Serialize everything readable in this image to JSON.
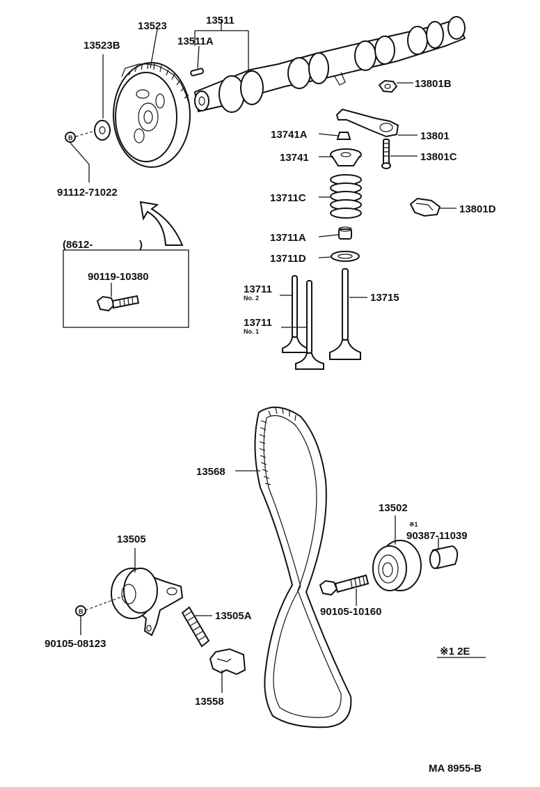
{
  "labels": {
    "p13523": "13523",
    "p13511": "13511",
    "p13523B": "13523B",
    "p13511A": "13511A",
    "p13801B": "13801B",
    "p13741A": "13741A",
    "p13801": "13801",
    "p13741": "13741",
    "p13801C": "13801C",
    "p91112": "91112-71022",
    "p13711C": "13711C",
    "p13801D": "13801D",
    "p13711A": "13711A",
    "p13711D": "13711D",
    "p8612": "(8612-",
    "p8612close": ")",
    "p90119": "90119-10380",
    "p13711no2": "13711",
    "no2": "No. 2",
    "p13715": "13715",
    "p13711no1": "13711",
    "no1": "No. 1",
    "p13568": "13568",
    "p13502": "13502",
    "p13505": "13505",
    "star1": "※1",
    "p90387": "90387-11039",
    "p90105_10160": "90105-10160",
    "p13505A": "13505A",
    "p90105_08123": "90105-08123",
    "p13558": "13558",
    "note2E": "※1 2E",
    "drawing_id": "MA 8955-B"
  },
  "icons": {
    "bolt_mark": "B",
    "bolt_mark_2": "B"
  }
}
